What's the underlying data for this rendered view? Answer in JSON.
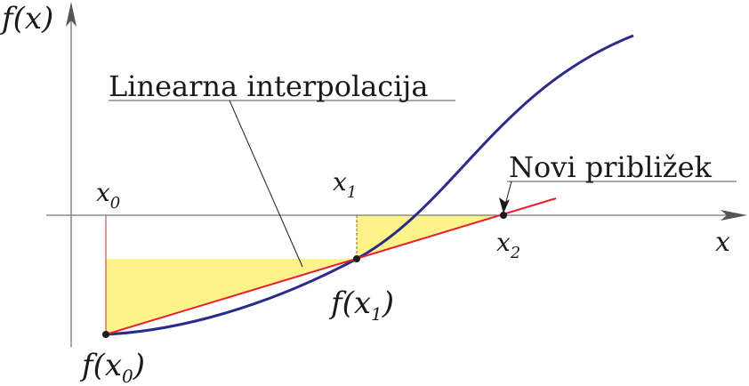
{
  "labels": {
    "y_axis": "f(x)",
    "x_axis": "x",
    "x0": "x",
    "x0_sub": "0",
    "x1": "x",
    "x1_sub": "1",
    "x2": "x",
    "x2_sub": "2",
    "fx0": "f(x",
    "fx0_sub": "0",
    "fx0_close": ")",
    "fx1": "f(x",
    "fx1_sub": "1",
    "fx1_close": ")",
    "linear_interpolation": "Linearna interpolacija",
    "new_approximation": "Novi približek"
  },
  "colors": {
    "curve": "#2b2b8c",
    "secant": "#e8202a",
    "fill": "#fdf38a",
    "axis": "#777777",
    "point": "#1a1a1a",
    "text": "#1a1a1a",
    "drop_line": "#e8202a"
  }
}
